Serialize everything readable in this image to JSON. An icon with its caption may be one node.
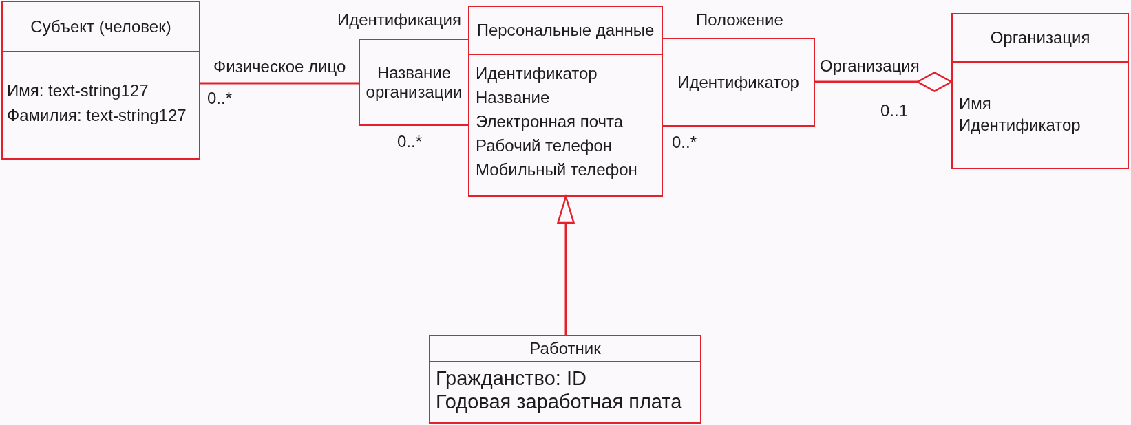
{
  "diagram": {
    "nodes": [
      {
        "text": [
          "Субъект (человек)",
          "Имя: text-string127",
          "Фамилия: text-string127"
        ]
      },
      {
        "text": [
          "Название организации"
        ],
        "beside": [
          "Идентификация"
        ]
      },
      {
        "text": [
          "Персональные данные",
          "Идентификатор",
          "Название",
          "Электронная почта",
          "Рабочий телефон",
          "Мобильный телефон"
        ]
      },
      {
        "text": [
          "Идентификатор"
        ],
        "beside": [
          "Положение"
        ]
      },
      {
        "text": [
          "Организация",
          "Имя",
          "Идентификатор"
        ]
      },
      {
        "text": [
          "Работник",
          "Гражданство: ID",
          "Годовая заработная плата"
        ]
      }
    ],
    "edges": [
      {
        "from": 0,
        "to": 1,
        "arrow": "none",
        "label": "Физическое лицо"
      },
      {
        "from": 3,
        "to": 4,
        "arrow": "other",
        "label": "Организация"
      },
      {
        "from": 5,
        "to": 2,
        "arrow": "to"
      }
    ],
    "labels": [
      "0..*",
      "0..1",
      "0..*",
      "0..*"
    ]
  }
}
